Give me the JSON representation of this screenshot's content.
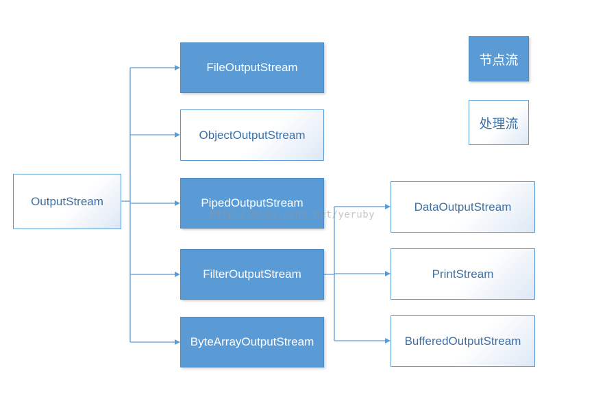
{
  "root": {
    "label": "OutputStream"
  },
  "children": [
    {
      "label": "FileOutputStream",
      "kind": "node"
    },
    {
      "label": "ObjectOutputStream",
      "kind": "processing"
    },
    {
      "label": "PipedOutputStream",
      "kind": "node"
    },
    {
      "label": "FilterOutputStream",
      "kind": "node"
    },
    {
      "label": "ByteArrayOutputStream",
      "kind": "node"
    }
  ],
  "filter_children": [
    {
      "label": "DataOutputStream",
      "kind": "processing"
    },
    {
      "label": "PrintStream",
      "kind": "processing"
    },
    {
      "label": "BufferedOutputStream",
      "kind": "processing"
    }
  ],
  "legend": {
    "node_stream": "节点流",
    "processing_stream": "处理流"
  },
  "watermark": "http://blog.csdn.net/yeruby",
  "colors": {
    "node_fill": "#5b9bd5",
    "processing_border": "#5b9bd5",
    "processing_text": "#3b6fa6",
    "connector": "#5b9bd5"
  }
}
